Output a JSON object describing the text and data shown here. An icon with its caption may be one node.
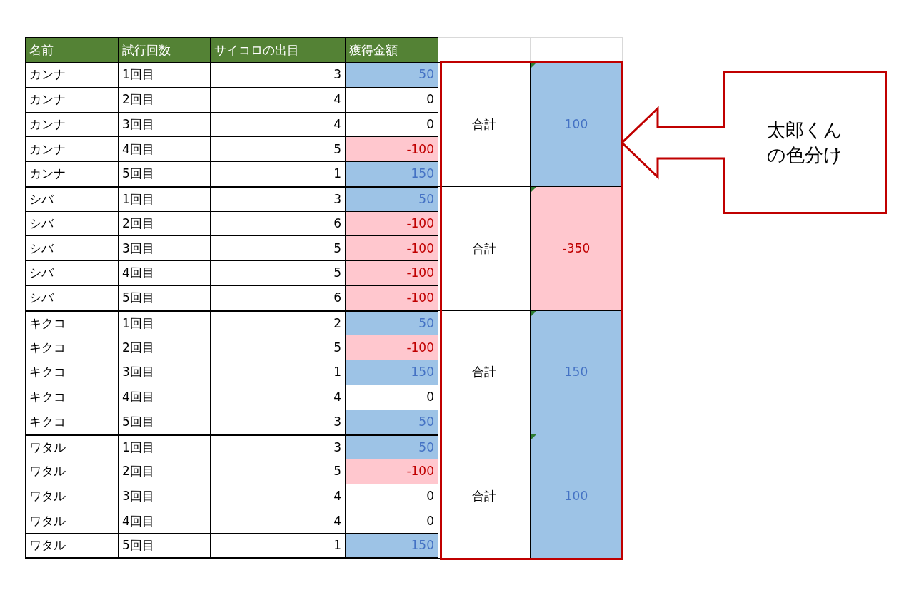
{
  "diagram": {
    "nodes": [
      {
        "text": [],
        "shape": "box"
      },
      {
        "text": [
          "太郎くんの色分け"
        ]
      }
    ],
    "edges": [
      {
        "from": 1,
        "to": 0,
        "arrow": "to"
      }
    ],
    "labels": [
      "名前",
      "試行回数",
      "サイコロの出目",
      "獲得金額",
      "カンナ",
      "1回目",
      "3",
      "50",
      "合計",
      "100",
      "カンナ",
      "2回目",
      "4",
      "0",
      "カンナ",
      "3回目",
      "4",
      "0",
      "カンナ",
      "4回目",
      "5",
      "-100",
      "カンナ",
      "5回目",
      "1",
      "150",
      "シバ",
      "1回目",
      "3",
      "50",
      "合計",
      "-350",
      "シバ",
      "2回目",
      "6",
      "-100",
      "シバ",
      "3回目",
      "5",
      "-100",
      "シバ",
      "4回目",
      "5",
      "-100",
      "シバ",
      "5回目",
      "6",
      "-100",
      "キクコ",
      "1回目",
      "2",
      "50",
      "合計",
      "150",
      "キクコ",
      "2回目",
      "5",
      "-100",
      "キクコ",
      "3回目",
      "1",
      "150",
      "キクコ",
      "4回目",
      "4",
      "0",
      "キクコ",
      "5回目",
      "3",
      "50",
      "ワタル",
      "1回目",
      "3",
      "50",
      "合計",
      "100",
      "ワタル",
      "2回目",
      "5",
      "-100",
      "ワタル",
      "3回目",
      "4",
      "0",
      "ワタル",
      "4回目",
      "4",
      "0",
      "ワタル",
      "5回目",
      "1",
      "150"
    ]
  }
}
